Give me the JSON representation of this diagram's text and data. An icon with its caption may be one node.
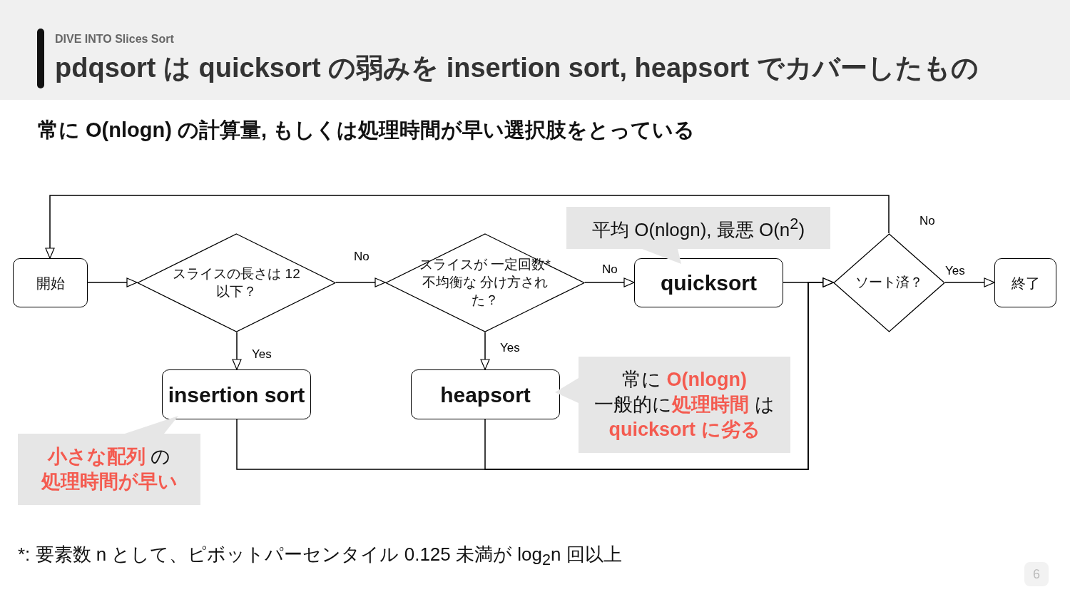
{
  "diagram": {
    "title": "pdqsort は quicksort の弱みを insertion sort, heapsort でカバーしたもの",
    "nodes": [
      {
        "text": [
          "開始"
        ]
      },
      {
        "text": [
          "スライスの長さは 12以下？"
        ]
      },
      {
        "text": [
          "スライスが 一定回数* 不均衡な 分け方された？"
        ]
      },
      {
        "text": [
          "quicksort"
        ]
      },
      {
        "text": [
          "ソート済？"
        ]
      },
      {
        "text": [
          "終了"
        ]
      },
      {
        "text": [
          "insertion sort"
        ]
      },
      {
        "text": [
          "heapsort"
        ]
      },
      {
        "text": [
          "平均 O(nlogn), 最悪 O(n$^{2}$)"
        ]
      },
      {
        "text": [
          "常に **O(nlogn)**",
          "一般的に**処理時間** は",
          "**quicksort に劣る**"
        ]
      },
      {
        "text": [
          "**小さな配列** の",
          "**処理時間が早い**"
        ]
      }
    ],
    "edges": [
      {
        "from": 0,
        "to": 1,
        "arrow": "to"
      },
      {
        "from": 1,
        "to": 2,
        "arrow": "to",
        "label": "No"
      },
      {
        "from": 1,
        "to": 6,
        "arrow": "to",
        "label": "Yes"
      },
      {
        "from": 2,
        "to": 3,
        "arrow": "to",
        "label": "No"
      },
      {
        "from": 2,
        "to": 7,
        "arrow": "to",
        "label": "Yes"
      },
      {
        "from": 3,
        "to": 4,
        "arrow": "to"
      },
      {
        "from": 6,
        "to": 4,
        "arrow": "to"
      },
      {
        "from": 7,
        "to": 4,
        "arrow": "to"
      },
      {
        "from": 4,
        "to": 5,
        "arrow": "to",
        "label": "Yes"
      },
      {
        "from": 4,
        "to": 0,
        "arrow": "to",
        "label": "No"
      }
    ],
    "labels": [
      "DIVE INTO Slices Sort",
      "常に O(nlogn) の計算量, もしくは処理時間が早い選択肢をとっている",
      "*: 要素数 n として、ピボットパーセンタイル 0.125 未満が log$_{2}$n 回以上",
      "6"
    ]
  }
}
